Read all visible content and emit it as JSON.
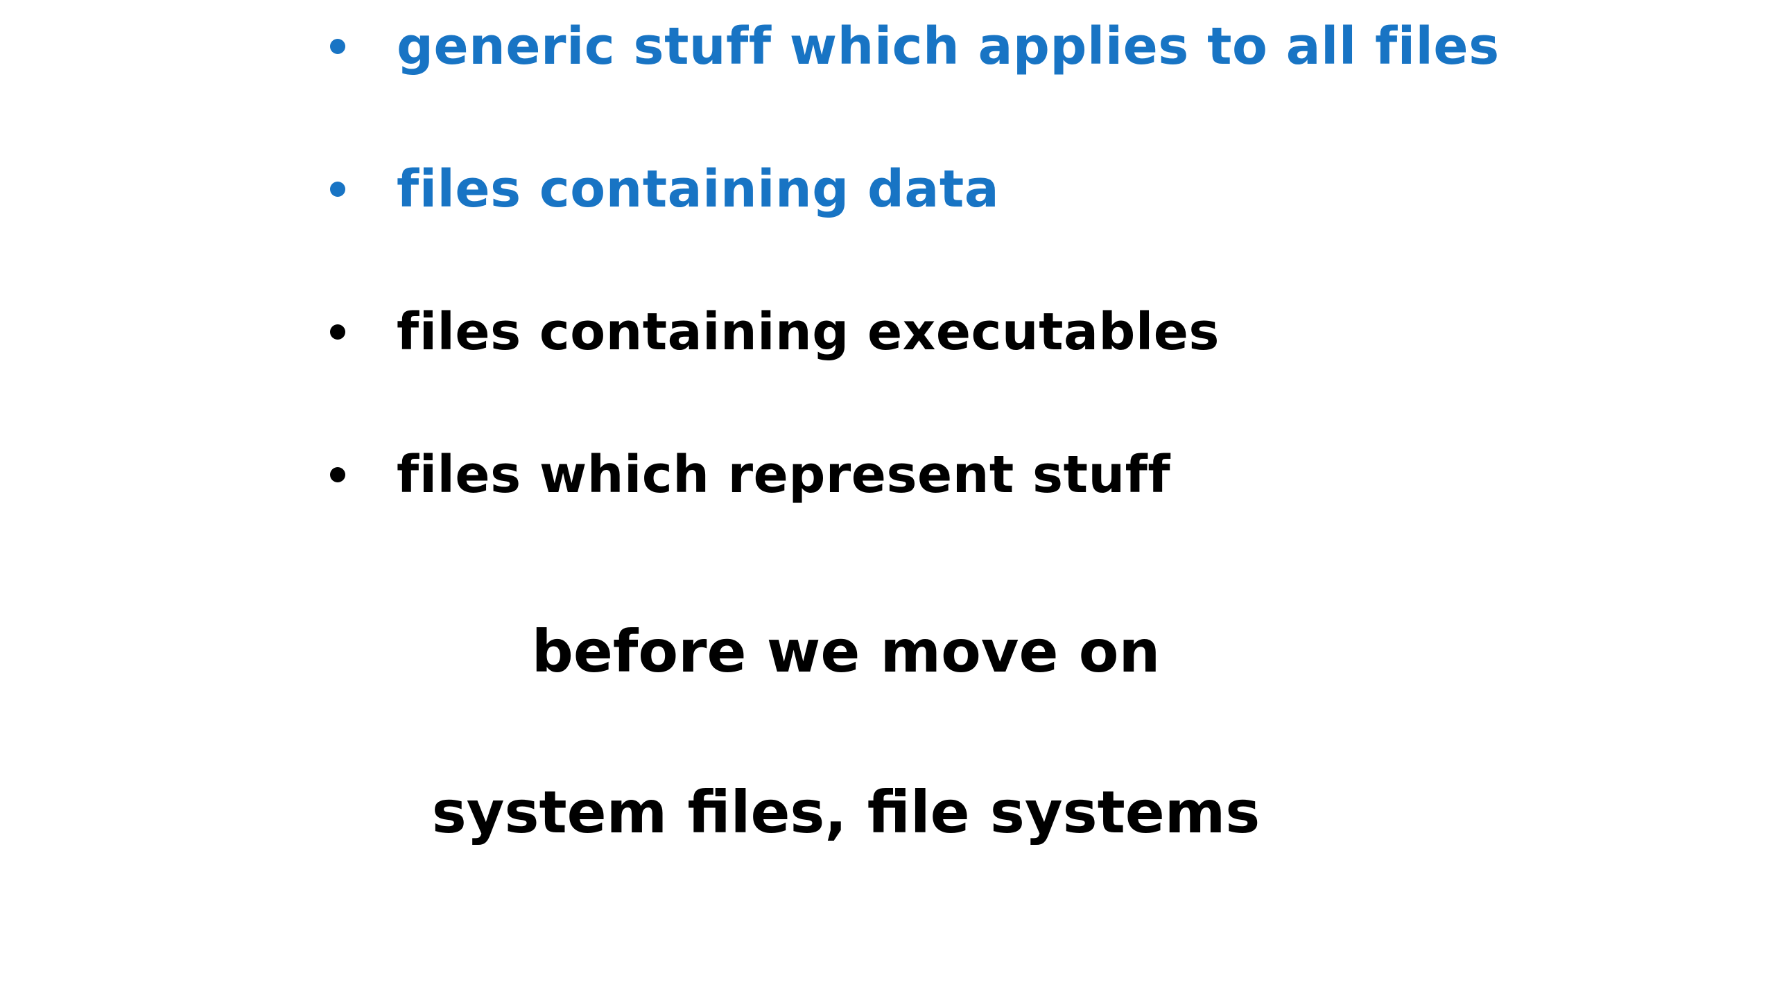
{
  "colors": {
    "highlight": "#1874C4",
    "normal": "#000000",
    "background": "#FFFFFF"
  },
  "bullets": [
    {
      "text": "generic stuff  which applies to all files",
      "color": "#1874C4"
    },
    {
      "text": "files containing data",
      "color": "#1874C4"
    },
    {
      "text": "files containing executables",
      "color": "#000000"
    },
    {
      "text": "files which represent stuff",
      "color": "#000000"
    }
  ],
  "footer": {
    "line1": "before we move on",
    "line2": "system files, file systems"
  }
}
